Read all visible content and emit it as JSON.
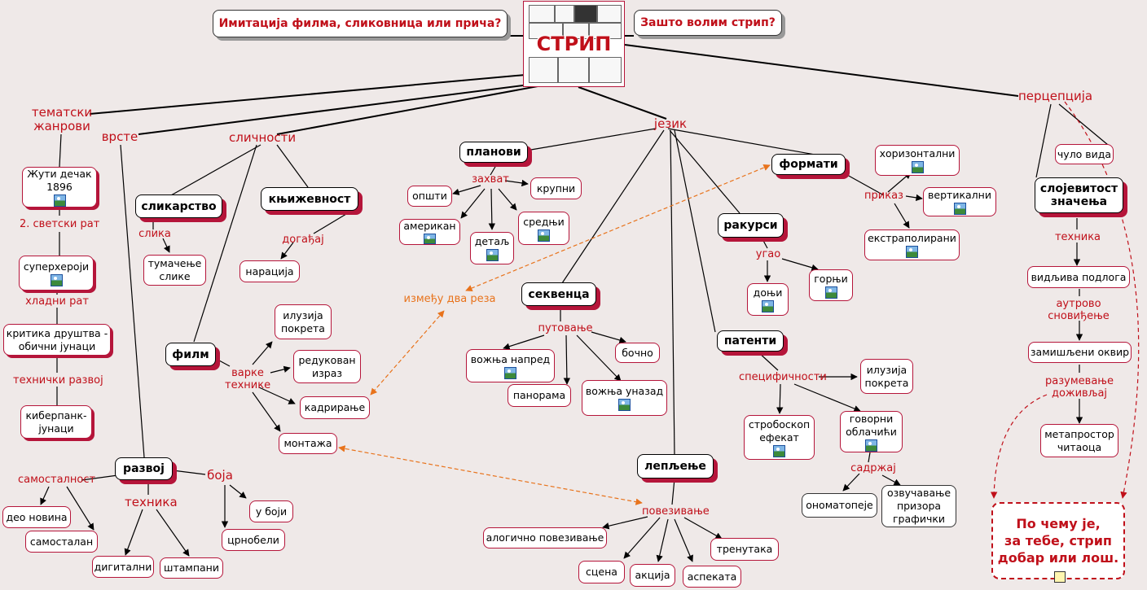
{
  "root": {
    "title": "СТРИП"
  },
  "questions": {
    "q1": "Имитација филма, сликовница или прича?",
    "q2": "Зашто волим стрип?"
  },
  "final": {
    "line1": "По чему је,",
    "line2": "за тебе, стрип",
    "line3": "добар или лош."
  },
  "labels": {
    "tematski": "тематски\nжанрови",
    "vrste": "врсте",
    "slicnosti": "сличности",
    "jezik": "језик",
    "percepcija": "перцепција",
    "svetski_rat": "2. светски рат",
    "hladni_rat": "хладни рат",
    "tehnicki_razvoj": "технички развој",
    "slika": "слика",
    "dogadjaj": "догађај",
    "varke": "варке\nтехнике",
    "izmedju": "између два реза",
    "zahvat": "захват",
    "putovanje": "путовање",
    "ugao": "угао",
    "prikaz": "приказ",
    "specificnosti": "специфичности",
    "sadrzaj": "садржај",
    "povezivanje": "повезивање",
    "samostalnost": "самосталност",
    "tehnika_razvoj": "техника",
    "boja": "боја",
    "tehnika_sl": "техника",
    "autorovo": "аутрово\nсновиђење",
    "razumevanje": "разумевање\nдоживљај"
  },
  "nodes": {
    "zuti": "Жути дечак\n1896",
    "superheroji": "суперхероји",
    "kritika": "критика друштва -\nобични јунаци",
    "sajberpank": "киберпанк-\nјунаци",
    "slikarstvo": "сликарство",
    "knjizevnost": "књижевност",
    "tumacenje": "тумачење\nслике",
    "naracija": "нарација",
    "film": "филм",
    "iluzija1": "илузија\nпокрета",
    "redukovan": "редукован\nизраз",
    "kadriranje": "кадрирање",
    "montaza": "монтажа",
    "planovi": "планови",
    "opsti": "општи",
    "krupni": "крупни",
    "amerikan": "американ",
    "srednji": "средњи",
    "detalj": "детаљ",
    "sekvenca": "секвенца",
    "voznja_napred": "вожња напред",
    "bocno": "бочно",
    "panorama": "панорама",
    "voznja_unazad": "вожња уназад",
    "formati": "формати",
    "horizontalni": "хоризонтални",
    "vertikalni": "вертикални",
    "ekstrapolirani": "екстраполирани",
    "rakursi": "ракурси",
    "donji": "доњи",
    "gornji": "горњи",
    "patenti": "патенти",
    "iluzija2": "илузија\nпокрета",
    "stroboskop": "стробоскоп\nефекат",
    "govorni": "говорни\nоблачићи",
    "onomatopeje": "ономатопеје",
    "ozvucavanje": "озвучавање\nпризора\nграфички",
    "lepljenje": "лепљење",
    "alogicno": "алогично повезивање",
    "scena": "сцена",
    "akcija": "акција",
    "aspekata": "аспеката",
    "trenutaka": "тренутака",
    "razvoj": "развој",
    "deo_novina": "део новина",
    "samostalan": "самосталан",
    "digitalni": "дигитални",
    "stampani": "штампани",
    "u_boji": "у боји",
    "crnobeli": "црнобели",
    "culo_vida": "чуло вида",
    "slojevitost": "слојевитост\nзначења",
    "vidljiva": "видљива подлога",
    "zamisljeni": "замишљени оквир",
    "metaprostor": "метапростор\nчитаоца"
  },
  "colors": {
    "accent": "#c0101a",
    "shadow": "#b5153a",
    "dashed_link": "#e8731c",
    "background": "#efe9e8"
  }
}
